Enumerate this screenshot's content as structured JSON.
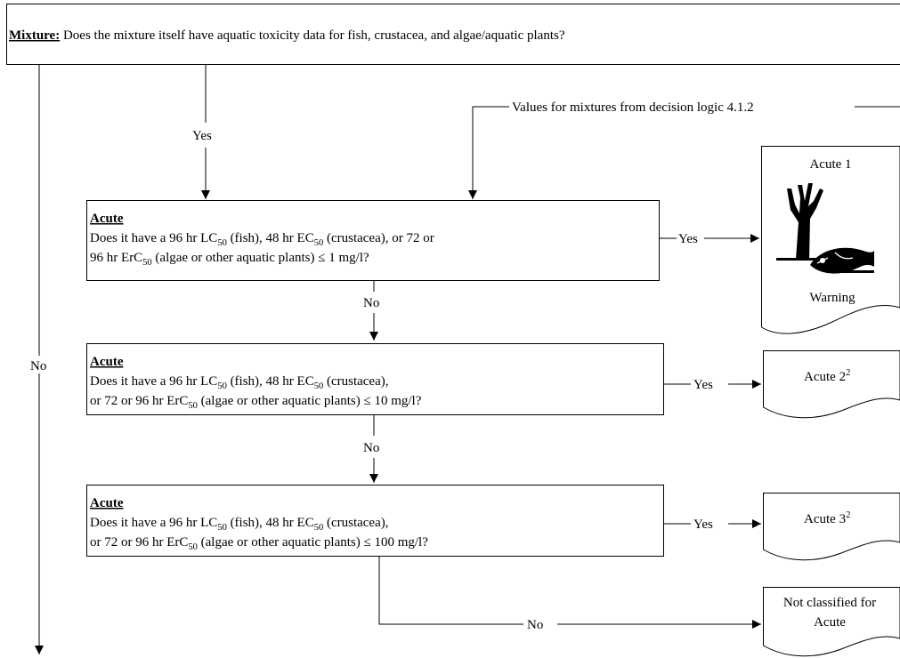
{
  "top_box": {
    "heading": "Mixture:",
    "question": " Does the mixture itself have aquatic toxicity data for fish, crustacea, and algae/aquatic plants?"
  },
  "edges": {
    "yes_top": "Yes",
    "no_left": "No",
    "values_from_logic": "Values for mixtures from decision logic 4.1.2",
    "yes_1": "Yes",
    "no_1": "No",
    "yes_2": "Yes",
    "no_2": "No",
    "yes_3": "Yes",
    "no_3": "No"
  },
  "boxes": [
    {
      "heading": "Acute",
      "line1_a": "Does it have a 96 hr LC",
      "line1_sub1": "50",
      "line1_b": " (fish), 48 hr EC",
      "line1_sub2": "50",
      "line1_c": " (crustacea), or 72 or",
      "line2_a": "96 hr ErC",
      "line2_sub": "50",
      "line2_b": " (algae or other aquatic plants) ≤ 1 mg/l?"
    },
    {
      "heading": "Acute",
      "line1_a": "Does it have a 96 hr LC",
      "line1_sub1": "50",
      "line1_b": " (fish), 48 hr EC",
      "line1_sub2": "50",
      "line1_c": " (crustacea),",
      "line2_a": "or 72 or 96 hr ErC",
      "line2_sub": "50",
      "line2_b": " (algae or other aquatic plants)  ≤ 10 mg/l?"
    },
    {
      "heading": "Acute",
      "line1_a": "Does it have a 96 hr LC",
      "line1_sub1": "50",
      "line1_b": " (fish), 48 hr EC",
      "line1_sub2": "50",
      "line1_c": " (crustacea),",
      "line2_a": "or 72 or 96 hr ErC",
      "line2_sub": "50",
      "line2_b": " (algae or other aquatic plants) ≤ 100 mg/l?"
    }
  ],
  "results": {
    "acute1_title": "Acute 1",
    "acute1_signal": "Warning",
    "acute2_title": "Acute 2",
    "acute2_sup": "2",
    "acute3_title": "Acute 3",
    "acute3_sup": "2",
    "not_classified_line1": "Not classified for",
    "not_classified_line2": "Acute"
  },
  "pictogram": {
    "icon": "environment-hazard-icon"
  }
}
